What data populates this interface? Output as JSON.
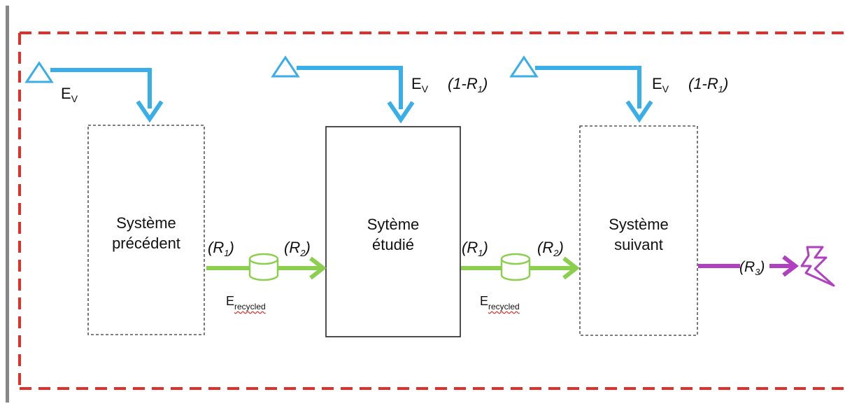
{
  "boxes": {
    "previous": [
      "Système",
      "précédent"
    ],
    "studied": [
      "Sytème",
      "étudié"
    ],
    "next": [
      "Système",
      "suivant"
    ]
  },
  "labels": {
    "ev_main": "E",
    "ev_sub": "V",
    "one_minus_r1": "(1-R",
    "sub_1": "1",
    "close_paren": ")",
    "r_open": "(R",
    "r1_sub": "1",
    "r2_sub": "2",
    "r3_sub": "3",
    "r_close": ")",
    "e_main": "E",
    "e_sub": "recycled"
  },
  "colors": {
    "boundary": "#e0302a",
    "virgin_flow": "#3aaee8",
    "recycle_flow": "#8ccf4e",
    "waste_flow": "#b040c0",
    "left_bar": "#888888"
  },
  "icons": [
    "virgin-source-triangle-icon",
    "storage-cylinder-icon",
    "lightning-waste-icon"
  ]
}
